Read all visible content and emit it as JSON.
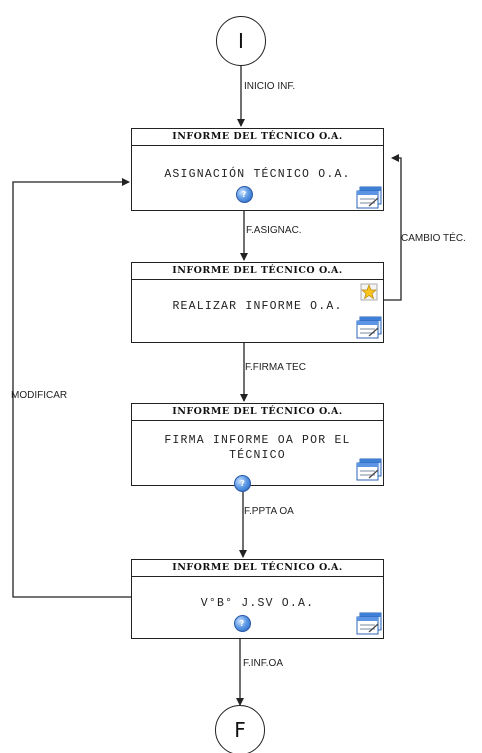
{
  "diagram": {
    "start_label": "I",
    "end_label": "F",
    "boxes": [
      {
        "header": "INFORME DEL TÉCNICO O.A.",
        "text": "ASIGNACIÓN TÉCNICO O.A."
      },
      {
        "header": "INFORME DEL TÉCNICO O.A.",
        "text": "REALIZAR INFORME O.A."
      },
      {
        "header": "INFORME DEL TÉCNICO O.A.",
        "text": "FIRMA INFORME OA POR EL TÉCNICO"
      },
      {
        "header": "INFORME DEL TÉCNICO O.A.",
        "text": "V°B° J.SV O.A."
      }
    ],
    "edges": {
      "inicio": "INICIO INF.",
      "asignac": "F.ASIGNAC.",
      "firma_tec": "F.FIRMA TEC",
      "ppta": "F.PPTA OA",
      "inf_oa": "F.INF.OA",
      "cambio": "CAMBIO TÉC.",
      "modificar": "MODIFICAR"
    }
  }
}
